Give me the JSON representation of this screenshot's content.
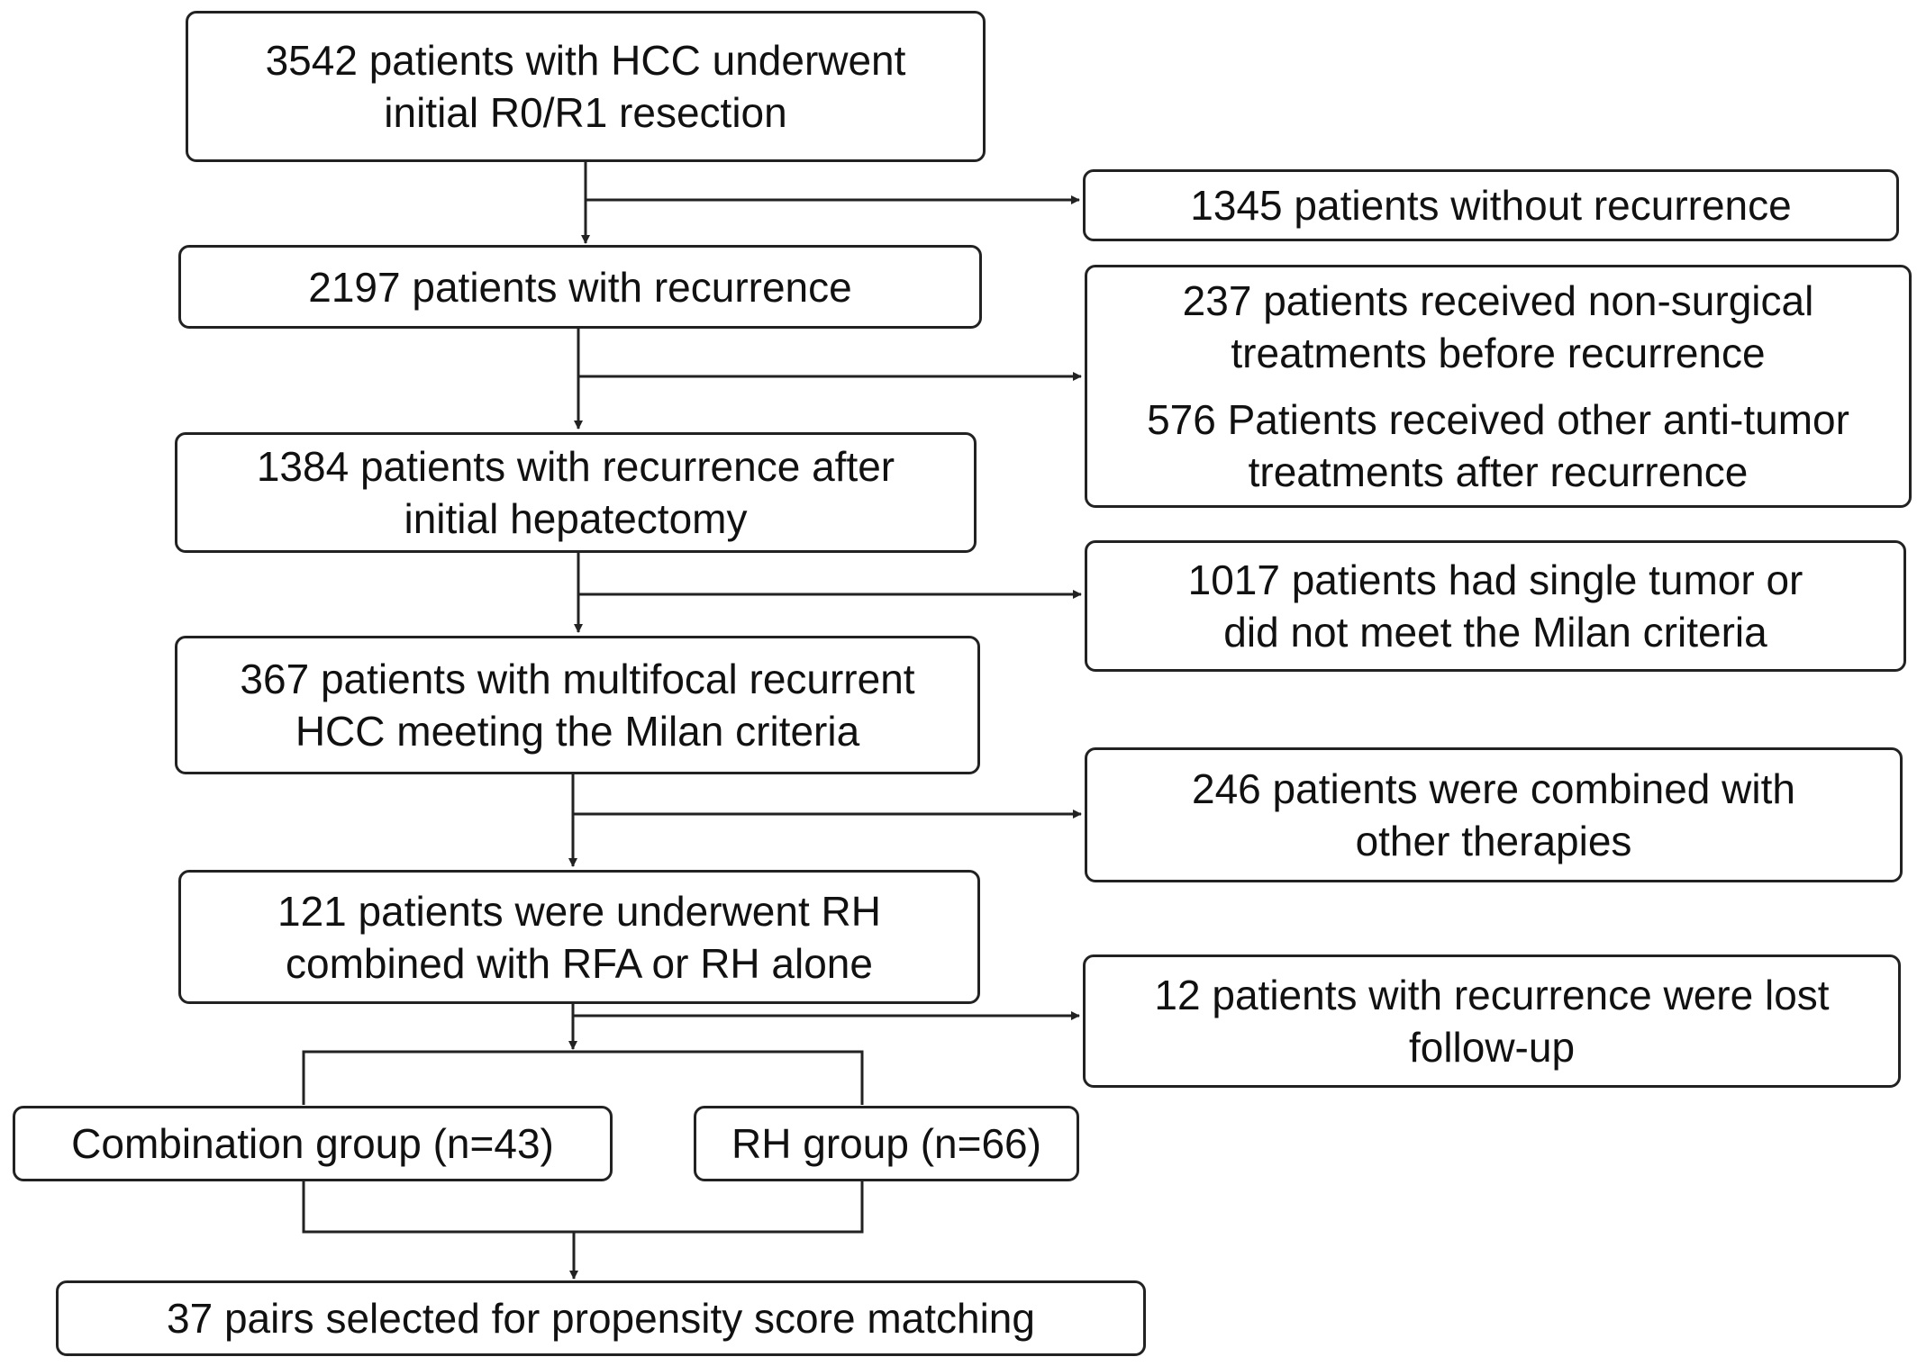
{
  "main_flow": {
    "initial_resection": {
      "line1": "3542 patients with HCC underwent",
      "line2": "initial R0/R1 resection"
    },
    "with_recurrence": {
      "line1": "2197 patients with recurrence"
    },
    "recurrence_after_hepatectomy": {
      "line1": "1384 patients with recurrence after",
      "line2": "initial hepatectomy"
    },
    "multifocal_milan": {
      "line1": "367 patients with multifocal recurrent",
      "line2": "HCC meeting the Milan criteria"
    },
    "rh_rfa_or_alone": {
      "line1": "121 patients were underwent RH",
      "line2": "combined with RFA or RH alone"
    }
  },
  "exclusions": {
    "without_recurrence": {
      "line1": "1345 patients without recurrence"
    },
    "other_treatments": {
      "a_line1": "237 patients received non-surgical",
      "a_line2": "treatments before recurrence",
      "b_line1": "576 Patients received other anti-tumor",
      "b_line2": "treatments after recurrence"
    },
    "single_tumor": {
      "line1": "1017 patients  had single tumor or",
      "line2": "did not meet the Milan criteria"
    },
    "combined_therapies": {
      "line1": "246 patients were combined with",
      "line2": "other therapies"
    },
    "lost_follow_up": {
      "line1": "12 patients with recurrence were lost",
      "line2": "follow-up"
    }
  },
  "groups": {
    "combination": "Combination group (n=43)",
    "rh": "RH group (n=66)"
  },
  "final": {
    "psm": "37 pairs selected for propensity score matching"
  },
  "colors": {
    "stroke": "#222222",
    "text": "#111111",
    "background": "#ffffff"
  }
}
